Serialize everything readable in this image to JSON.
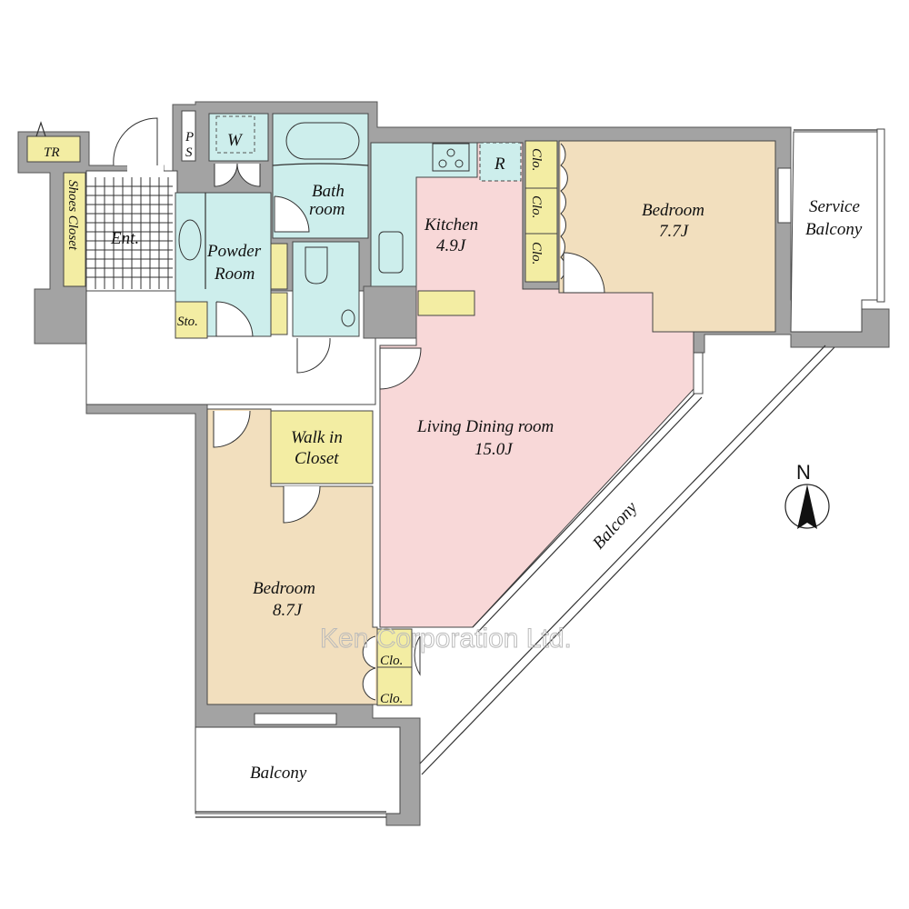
{
  "rooms": {
    "tr": "TR",
    "ps_p": "P",
    "ps_s": "S",
    "w": "W",
    "shoes_closet": "Shoes Closet",
    "entrance": "Ent.",
    "powder_1": "Powder",
    "powder_2": "Room",
    "storage": "Sto.",
    "bath_1": "Bath",
    "bath_2": "room",
    "kitchen_name": "Kitchen",
    "kitchen_size": "4.9J",
    "refrigerator": "R",
    "closet_a": "Clo.",
    "closet_b": "Clo.",
    "closet_c": "Clo.",
    "bedroom1_name": "Bedroom",
    "bedroom1_size": "7.7J",
    "service_balcony_1": "Service",
    "service_balcony_2": "Balcony",
    "ldr_name": "Living Dining room",
    "ldr_size": "15.0J",
    "walk_in_1": "Walk in",
    "walk_in_2": "Closet",
    "bedroom2_name": "Bedroom",
    "bedroom2_size": "8.7J",
    "closet_d": "Clo.",
    "closet_e": "Clo.",
    "balcony_diag": "Balcony",
    "balcony_bottom": "Balcony"
  },
  "compass": {
    "label": "N"
  },
  "watermark": "Ken Corporation Ltd.",
  "colors": {
    "wet": "#cdeeec",
    "living": "#f8d8d8",
    "bedroom": "#f2dfbe",
    "storage": "#f3eda3",
    "wall": "#a3a3a3"
  }
}
